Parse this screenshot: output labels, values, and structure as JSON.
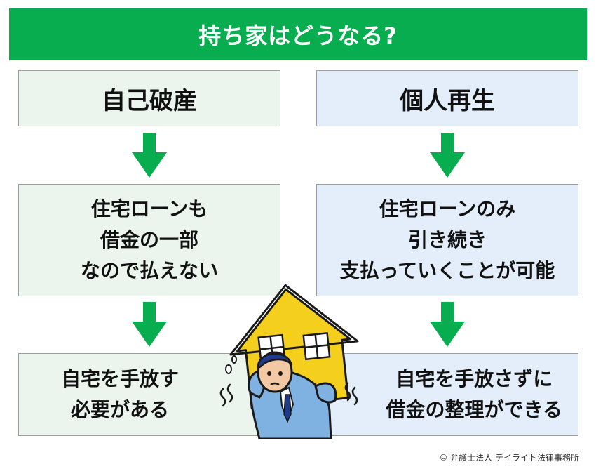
{
  "title": "持ち家はどうなる?",
  "left_column": {
    "heading": "自己破産",
    "middle_lines": [
      "住宅ローンも",
      "借金の一部",
      "なので払えない"
    ],
    "bottom_lines": [
      "自宅を手放す",
      "必要がある"
    ]
  },
  "right_column": {
    "heading": "個人再生",
    "middle_lines": [
      "住宅ローンのみ",
      "引き続き",
      "支払っていくことが可能"
    ],
    "bottom_lines": [
      "自宅を手放さずに",
      "借金の整理ができる"
    ]
  },
  "credit": "© 弁護士法人 デイライト法律事務所",
  "colors": {
    "accent_green": "#07ad4f",
    "left_fill": "#ebf5ee",
    "right_fill": "#e4eefa",
    "house_yellow": "#f5cf1e",
    "suit_blue": "#7fb2e0"
  }
}
